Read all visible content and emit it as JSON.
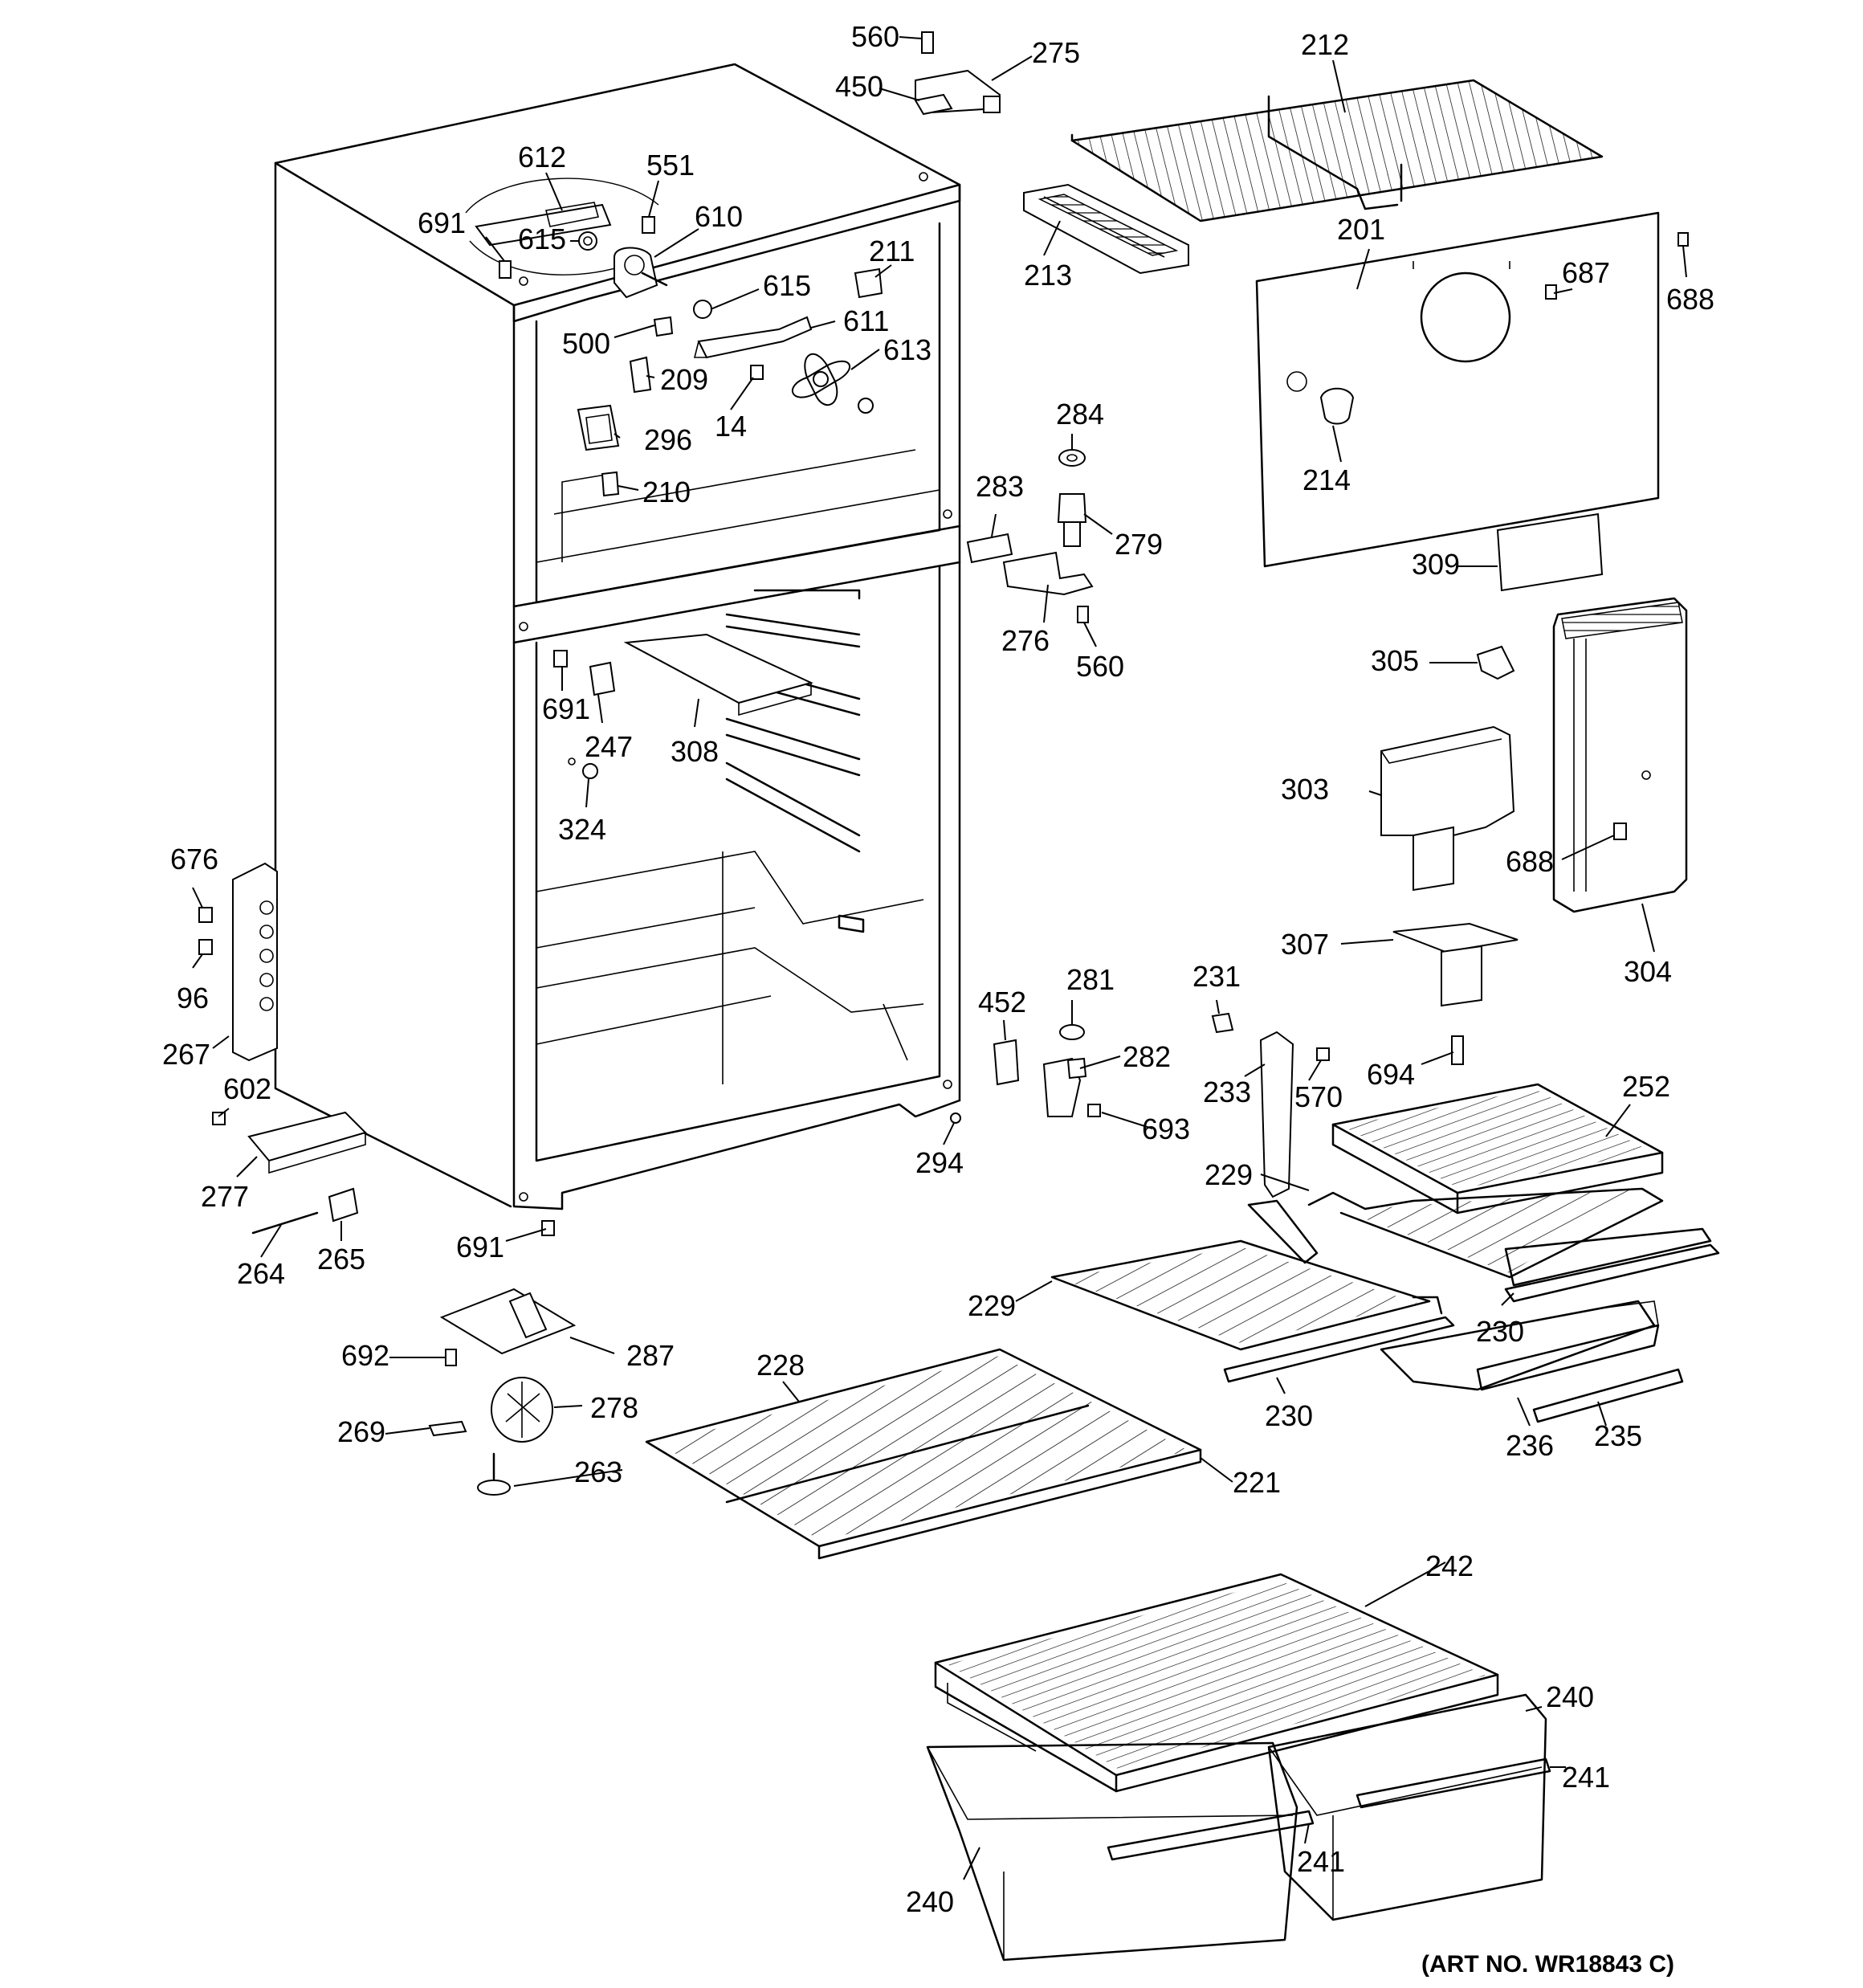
{
  "art_number": "(ART NO. WR18843 C)",
  "callouts": [
    {
      "id": "560-top",
      "label": "560"
    },
    {
      "id": "275",
      "label": "275"
    },
    {
      "id": "450",
      "label": "450"
    },
    {
      "id": "212",
      "label": "212"
    },
    {
      "id": "612",
      "label": "612"
    },
    {
      "id": "551",
      "label": "551"
    },
    {
      "id": "691-top",
      "label": "691"
    },
    {
      "id": "615-a",
      "label": "615"
    },
    {
      "id": "610",
      "label": "610"
    },
    {
      "id": "211",
      "label": "211"
    },
    {
      "id": "615-b",
      "label": "615"
    },
    {
      "id": "611",
      "label": "611"
    },
    {
      "id": "500",
      "label": "500"
    },
    {
      "id": "613",
      "label": "613"
    },
    {
      "id": "209",
      "label": "209"
    },
    {
      "id": "14",
      "label": "14"
    },
    {
      "id": "296",
      "label": "296"
    },
    {
      "id": "210",
      "label": "210"
    },
    {
      "id": "213",
      "label": "213"
    },
    {
      "id": "201",
      "label": "201"
    },
    {
      "id": "687",
      "label": "687"
    },
    {
      "id": "688-top",
      "label": "688"
    },
    {
      "id": "284",
      "label": "284"
    },
    {
      "id": "214",
      "label": "214"
    },
    {
      "id": "283",
      "label": "283"
    },
    {
      "id": "279",
      "label": "279"
    },
    {
      "id": "309",
      "label": "309"
    },
    {
      "id": "276",
      "label": "276"
    },
    {
      "id": "560-mid",
      "label": "560"
    },
    {
      "id": "305",
      "label": "305"
    },
    {
      "id": "691-mid",
      "label": "691"
    },
    {
      "id": "247",
      "label": "247"
    },
    {
      "id": "308",
      "label": "308"
    },
    {
      "id": "324",
      "label": "324"
    },
    {
      "id": "303",
      "label": "303"
    },
    {
      "id": "688-mid",
      "label": "688"
    },
    {
      "id": "676",
      "label": "676"
    },
    {
      "id": "96",
      "label": "96"
    },
    {
      "id": "267",
      "label": "267"
    },
    {
      "id": "307",
      "label": "307"
    },
    {
      "id": "304",
      "label": "304"
    },
    {
      "id": "452",
      "label": "452"
    },
    {
      "id": "281",
      "label": "281"
    },
    {
      "id": "231",
      "label": "231"
    },
    {
      "id": "282",
      "label": "282"
    },
    {
      "id": "233",
      "label": "233"
    },
    {
      "id": "570",
      "label": "570"
    },
    {
      "id": "694",
      "label": "694"
    },
    {
      "id": "252",
      "label": "252"
    },
    {
      "id": "602",
      "label": "602"
    },
    {
      "id": "693",
      "label": "693"
    },
    {
      "id": "294",
      "label": "294"
    },
    {
      "id": "277",
      "label": "277"
    },
    {
      "id": "229-a",
      "label": "229"
    },
    {
      "id": "691-bot",
      "label": "691"
    },
    {
      "id": "264",
      "label": "264"
    },
    {
      "id": "265",
      "label": "265"
    },
    {
      "id": "229-b",
      "label": "229"
    },
    {
      "id": "230-a",
      "label": "230"
    },
    {
      "id": "692",
      "label": "692"
    },
    {
      "id": "287",
      "label": "287"
    },
    {
      "id": "228",
      "label": "228"
    },
    {
      "id": "230-b",
      "label": "230"
    },
    {
      "id": "278",
      "label": "278"
    },
    {
      "id": "236",
      "label": "236"
    },
    {
      "id": "235",
      "label": "235"
    },
    {
      "id": "269",
      "label": "269"
    },
    {
      "id": "263",
      "label": "263"
    },
    {
      "id": "221",
      "label": "221"
    },
    {
      "id": "242",
      "label": "242"
    },
    {
      "id": "240-a",
      "label": "240"
    },
    {
      "id": "241-a",
      "label": "241"
    },
    {
      "id": "241-b",
      "label": "241"
    },
    {
      "id": "240-b",
      "label": "240"
    }
  ]
}
